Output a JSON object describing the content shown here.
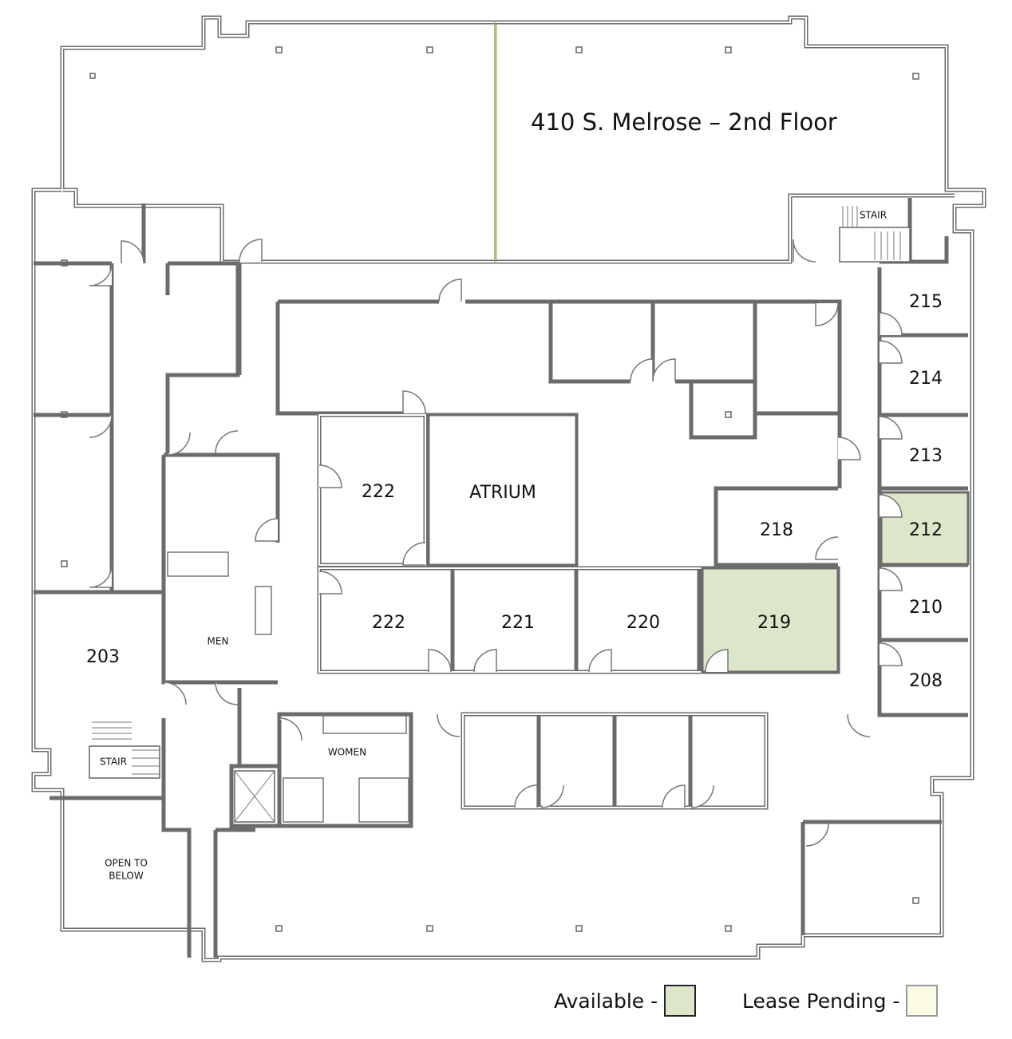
{
  "title": "410 S. Melrose – 2nd Floor",
  "colors": {
    "available": "#dce6c8",
    "lease_pending": "#fbfae2",
    "wall": "#6b6b6b"
  },
  "rooms": {
    "r215": {
      "label": "215",
      "status": "occupied"
    },
    "r214": {
      "label": "214",
      "status": "occupied"
    },
    "r213": {
      "label": "213",
      "status": "occupied"
    },
    "r212": {
      "label": "212",
      "status": "available"
    },
    "r210": {
      "label": "210",
      "status": "occupied"
    },
    "r208": {
      "label": "208",
      "status": "occupied"
    },
    "r218": {
      "label": "218",
      "status": "occupied"
    },
    "r219": {
      "label": "219",
      "status": "available"
    },
    "r220": {
      "label": "220",
      "status": "occupied"
    },
    "r221": {
      "label": "221",
      "status": "occupied"
    },
    "r222a": {
      "label": "222",
      "status": "occupied"
    },
    "r222b": {
      "label": "222",
      "status": "occupied"
    },
    "atrium": {
      "label": "ATRIUM"
    },
    "r203": {
      "label": "203",
      "status": "occupied"
    },
    "men": {
      "label": "MEN"
    },
    "women": {
      "label": "WOMEN"
    },
    "stair_right": {
      "label": "STAIR"
    },
    "stair_left": {
      "label": "STAIR"
    },
    "open_below": {
      "line1": "OPEN TO",
      "line2": "BELOW"
    }
  },
  "legend": {
    "available": "Available -",
    "lease_pending": "Lease Pending -"
  }
}
